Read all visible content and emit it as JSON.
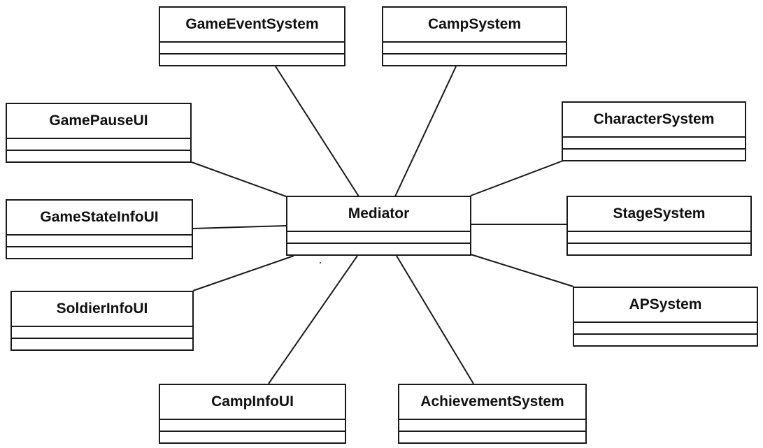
{
  "diagram": {
    "center": {
      "id": "mediator",
      "name": "Mediator"
    },
    "classes": [
      {
        "id": "game-event-system",
        "name": "GameEventSystem"
      },
      {
        "id": "camp-system",
        "name": "CampSystem"
      },
      {
        "id": "game-pause-ui",
        "name": "GamePauseUI"
      },
      {
        "id": "character-system",
        "name": "CharacterSystem"
      },
      {
        "id": "game-state-info-ui",
        "name": "GameStateInfoUI"
      },
      {
        "id": "stage-system",
        "name": "StageSystem"
      },
      {
        "id": "soldier-info-ui",
        "name": "SoldierInfoUI"
      },
      {
        "id": "ap-system",
        "name": "APSystem"
      },
      {
        "id": "camp-info-ui",
        "name": "CampInfoUI"
      },
      {
        "id": "achievement-system",
        "name": "AchievementSystem"
      }
    ],
    "associations": [
      [
        "mediator",
        "game-event-system"
      ],
      [
        "mediator",
        "camp-system"
      ],
      [
        "mediator",
        "game-pause-ui"
      ],
      [
        "mediator",
        "character-system"
      ],
      [
        "mediator",
        "game-state-info-ui"
      ],
      [
        "mediator",
        "stage-system"
      ],
      [
        "mediator",
        "soldier-info-ui"
      ],
      [
        "mediator",
        "ap-system"
      ],
      [
        "mediator",
        "camp-info-ui"
      ],
      [
        "mediator",
        "achievement-system"
      ]
    ],
    "colors": {
      "line": "#1a1a1a",
      "text": "#111111",
      "background": "#ffffff"
    }
  }
}
